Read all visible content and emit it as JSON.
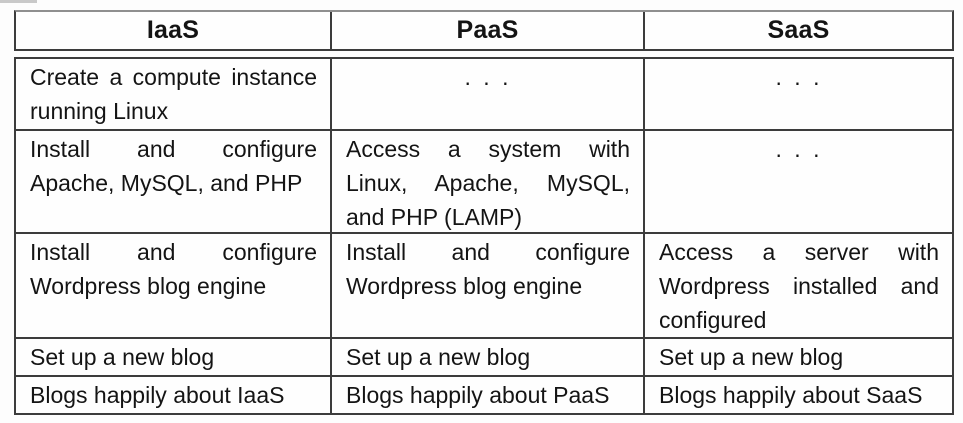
{
  "table": {
    "header": [
      "IaaS",
      "PaaS",
      "SaaS"
    ],
    "rows": [
      [
        "Create a compute instance running Linux",
        ". . .",
        ". . ."
      ],
      [
        "Install and configure Apache, MySQL, and PHP",
        "Access a system with Linux, Apache, MySQL, and PHP (LAMP)",
        ". . ."
      ],
      [
        "Install and configure Wordpress blog engine",
        "Install and configure Wordpress blog engine",
        "Access a server with Wordpress installed and configured"
      ],
      [
        "Set up a new blog",
        "Set up a new blog",
        "Set up a new blog"
      ],
      [
        "Blogs happily about IaaS",
        "Blogs happily about PaaS",
        "Blogs happily about SaaS"
      ]
    ]
  },
  "colors": {
    "border": "#3c3c3c",
    "text": "#141414",
    "background": "#fdfdfd"
  }
}
